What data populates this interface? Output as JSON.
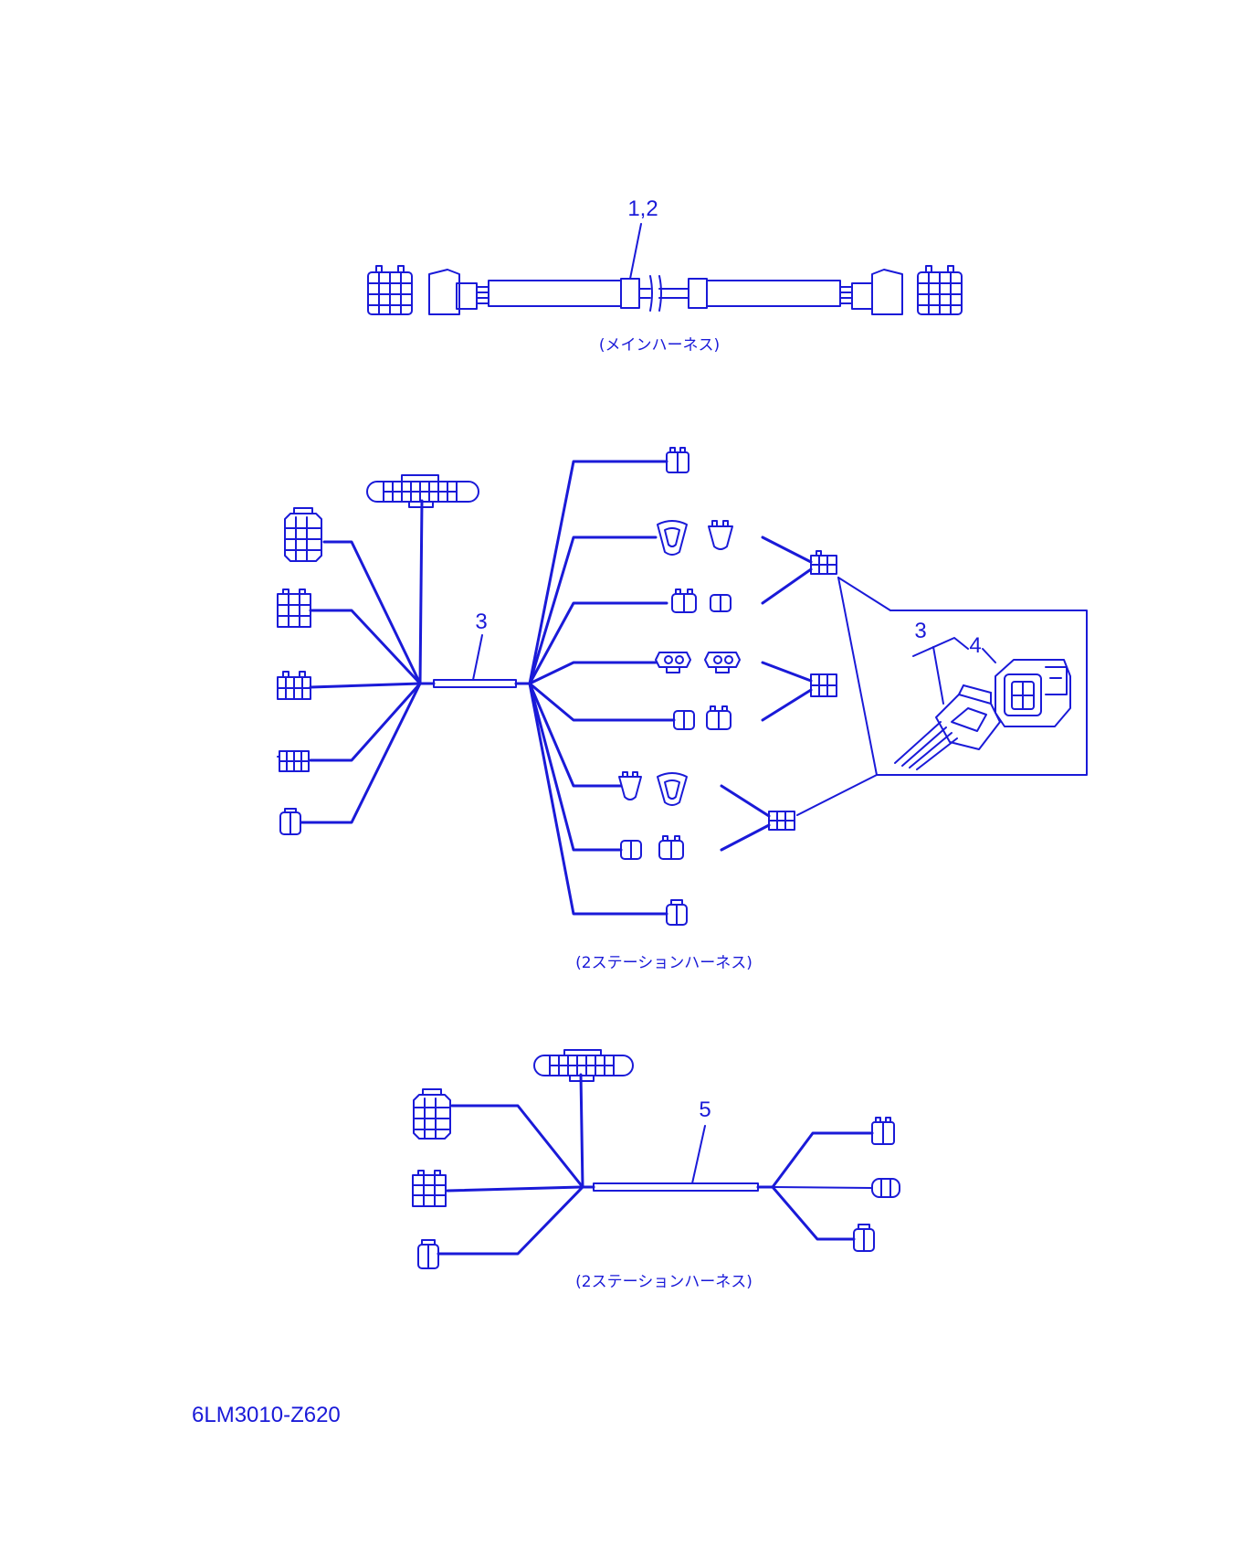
{
  "colors": {
    "line": "#1a1ad8",
    "background": "#ffffff"
  },
  "labels": {
    "callout_main": "1,2",
    "caption_main": "(メインハーネス)",
    "callout_station": "3",
    "caption_station": "(2ステーションハーネス)",
    "callout_detail_3": "3",
    "callout_detail_4": "4",
    "callout_station2": "5",
    "caption_station2": "(2ステーションハーネス)",
    "drawing_code": "6LM3010-Z620"
  },
  "icons": {
    "connector": "connector-icon",
    "detail_connector": "connector-detail-icon"
  }
}
